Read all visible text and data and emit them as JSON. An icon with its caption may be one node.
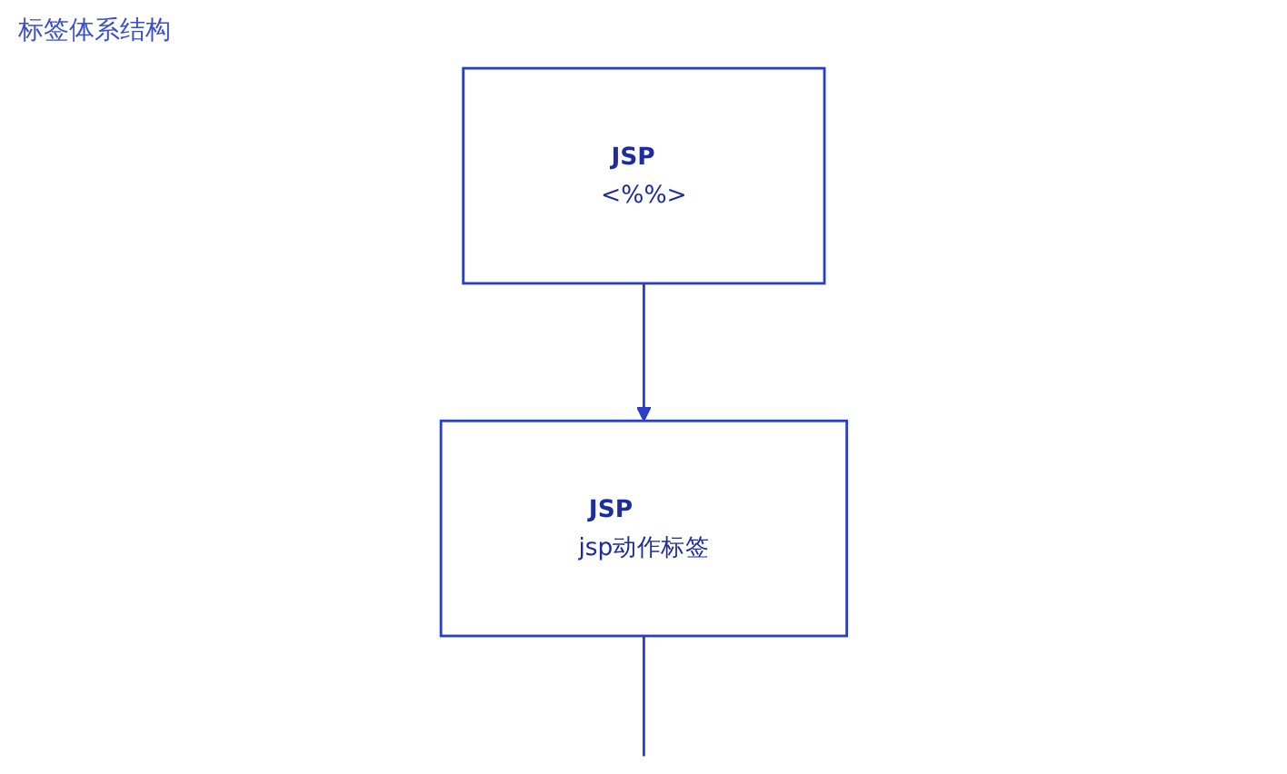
{
  "diagram": {
    "title": "标签体系结构",
    "nodes": [
      {
        "text": [
          "JSP",
          "<%%>"
        ]
      },
      {
        "text": [
          "JSP",
          "jsp动作标签"
        ]
      }
    ],
    "edges": [
      {
        "from": 0,
        "to": 1,
        "arrow": "to"
      },
      {
        "from": 1,
        "to": null,
        "arrow": "none"
      }
    ]
  }
}
